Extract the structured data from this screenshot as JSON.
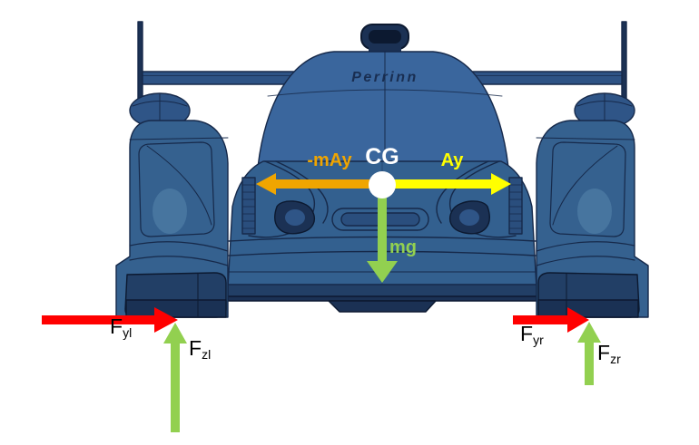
{
  "car": {
    "brand": "Perrinn"
  },
  "cg": {
    "label": "CG",
    "fill": "#FFFFFF"
  },
  "forces": {
    "inertial": {
      "label": "-mAy",
      "direction": "left",
      "color": "#F0A500"
    },
    "lateral": {
      "label": "Ay",
      "direction": "right",
      "color": "#FFFF00"
    },
    "weight": {
      "label": "mg",
      "direction": "down",
      "color": "#92D050"
    },
    "tire_left_lateral": {
      "symbol": "F",
      "subscript": "yl",
      "direction": "right",
      "color": "#FF0000"
    },
    "tire_left_vertical": {
      "symbol": "F",
      "subscript": "zl",
      "direction": "up",
      "color": "#92D050"
    },
    "tire_right_lateral": {
      "symbol": "F",
      "subscript": "yr",
      "direction": "right",
      "color": "#FF0000"
    },
    "tire_right_vertical": {
      "symbol": "F",
      "subscript": "zr",
      "direction": "up",
      "color": "#92D050"
    }
  },
  "colors": {
    "background": "#FFFFFF",
    "car_blue": "#33608F",
    "car_blue_light": "#47759F",
    "car_blue_dark": "#223F66",
    "car_navy": "#1B3154",
    "outline": "#16294A",
    "label_black": "#000000",
    "label_white": "#FFFFFF"
  }
}
